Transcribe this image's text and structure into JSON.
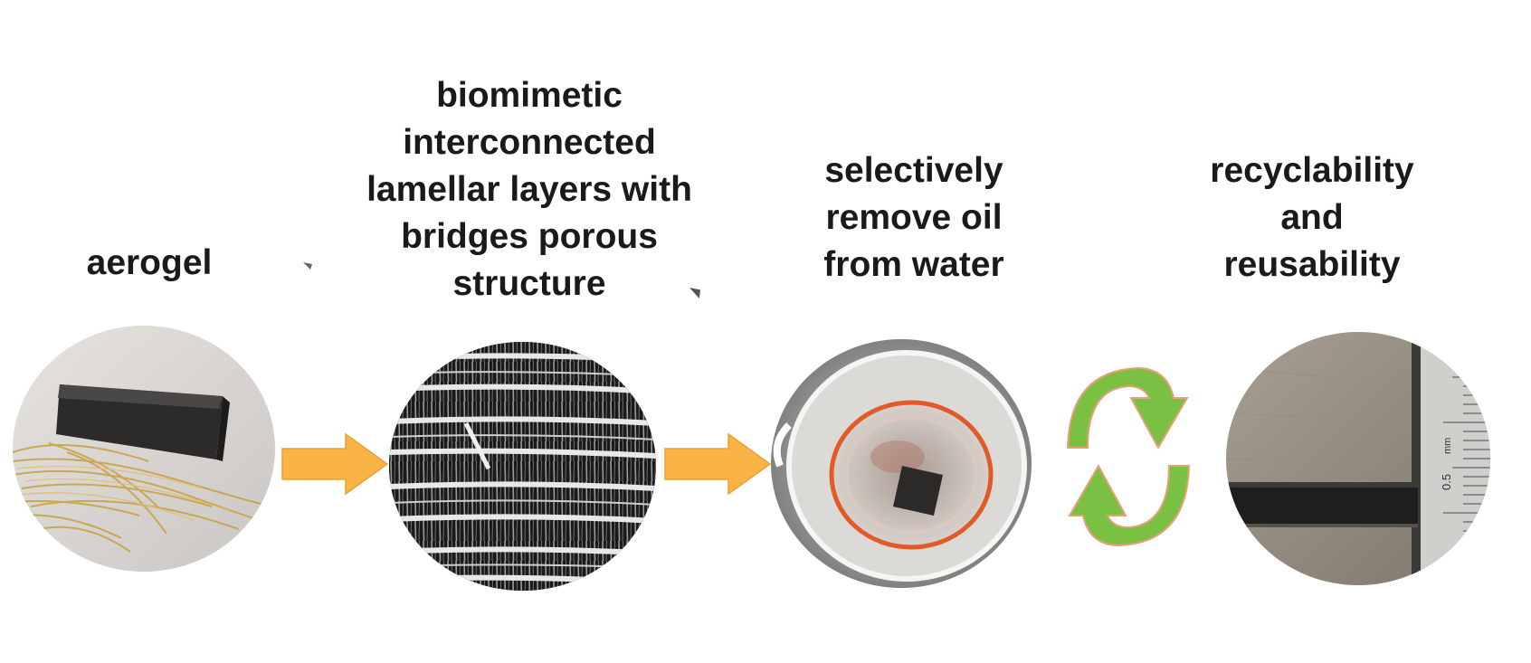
{
  "steps": [
    {
      "label": "aerogel"
    },
    {
      "label": "biomimetic\ninterconnected\nlamellar layers with\nbridges porous\nstructure"
    },
    {
      "label": "selectively\nremove oil\nfrom water"
    },
    {
      "label": "recyclability\nand\nreusability"
    }
  ],
  "ruler": {
    "mark": "0.5",
    "unit": "mm"
  },
  "colors": {
    "arrow_fill": "#f9b445",
    "arrow_stroke": "#e8a035",
    "cycle_fill": "#7ac143",
    "cycle_stroke": "#e8a07a",
    "text": "#1a1a1a"
  },
  "icons": {
    "flow_arrow": "right-arrow-icon",
    "cycle": "recycle-arrows-icon"
  }
}
